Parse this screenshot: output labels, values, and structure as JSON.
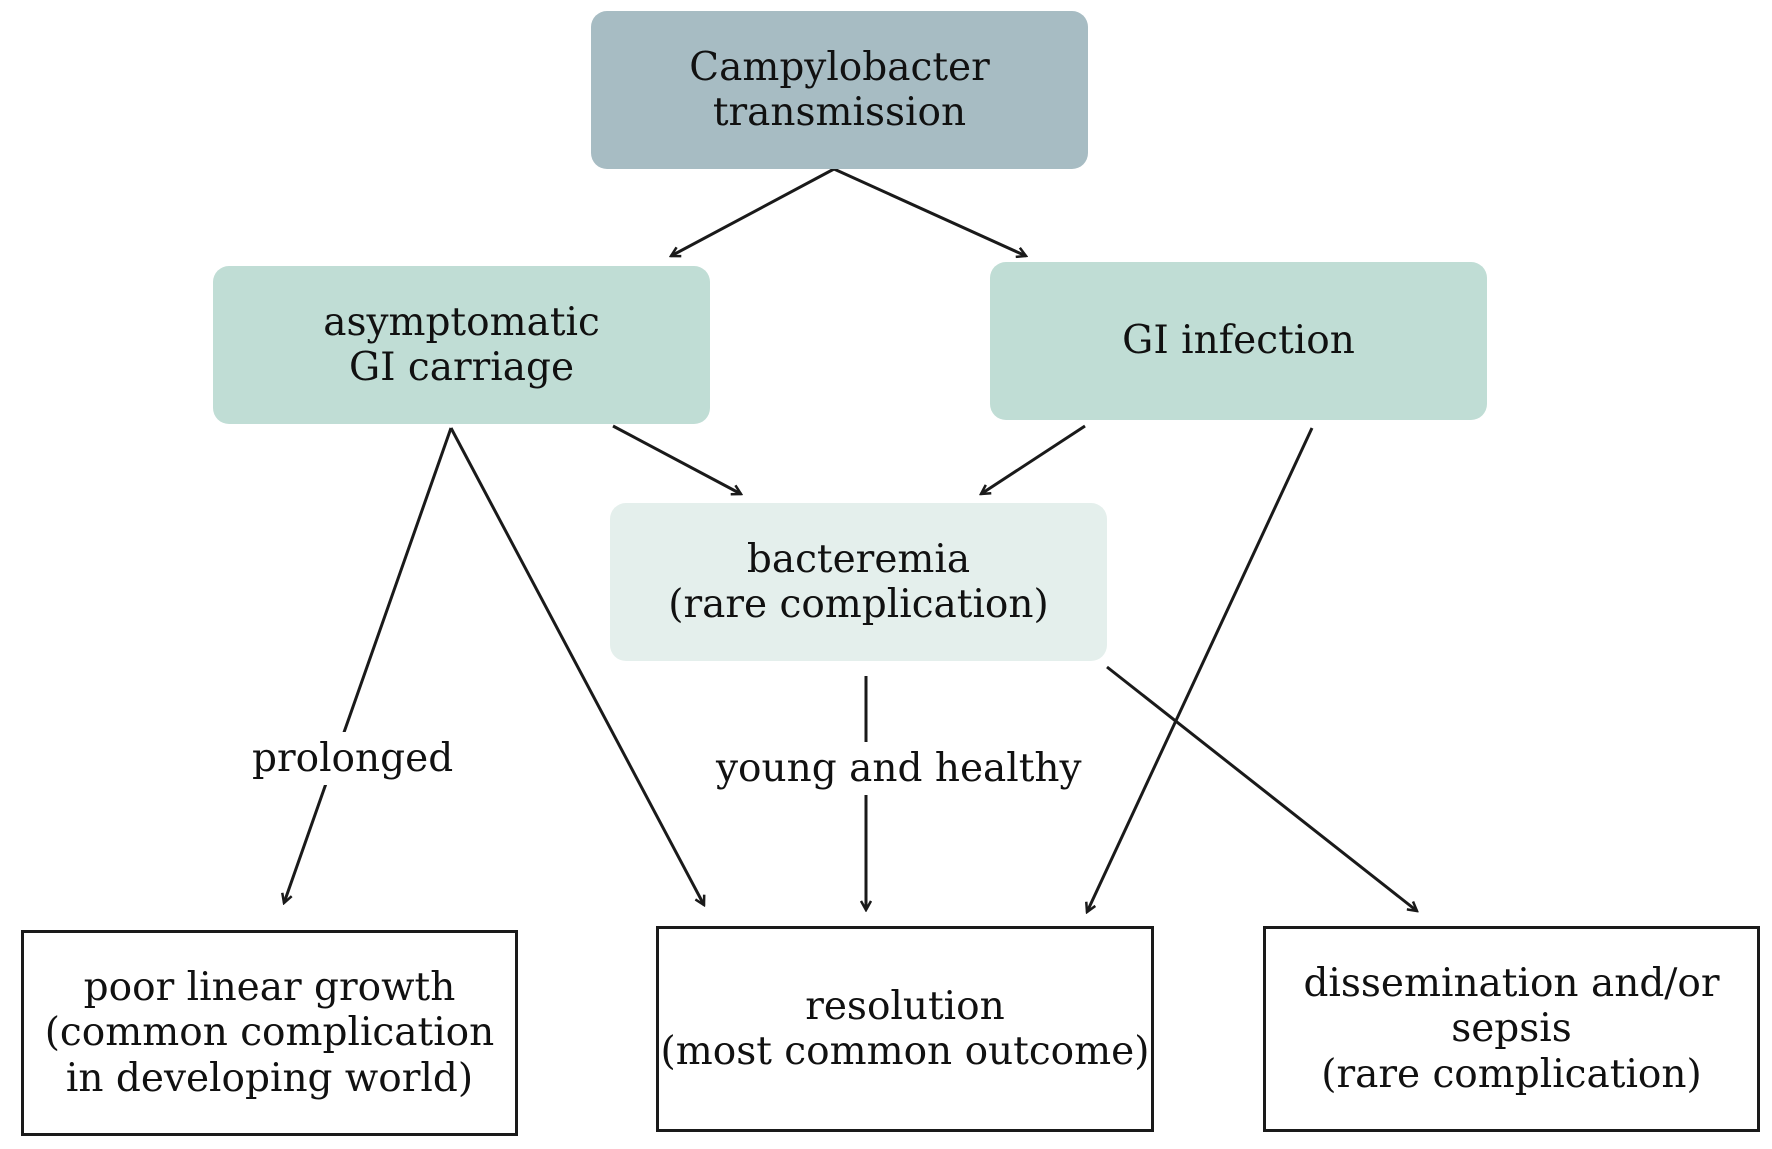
{
  "colors": {
    "top_fill": "#a7bcc3",
    "mid_fill": "#c0ddd5",
    "light_fill": "#e4efec",
    "line": "#1a1a1a"
  },
  "nodes": {
    "transmission": {
      "line1": "Campylobacter",
      "line2": "transmission"
    },
    "asymptomatic": {
      "line1": "asymptomatic",
      "line2": "GI carriage"
    },
    "gi_infection": {
      "line1": "GI infection"
    },
    "bacteremia": {
      "line1": "bacteremia",
      "line2": "(rare complication)"
    },
    "poor_growth": {
      "line1": "poor linear growth",
      "line2": "(common complication",
      "line3": "in developing world)"
    },
    "resolution": {
      "line1": "resolution",
      "line2": "(most common outcome)"
    },
    "dissemination": {
      "line1": "dissemination and/or",
      "line2": "sepsis",
      "line3": "(rare complication)"
    }
  },
  "edge_labels": {
    "prolonged": "prolonged",
    "young_healthy": "young and healthy"
  }
}
